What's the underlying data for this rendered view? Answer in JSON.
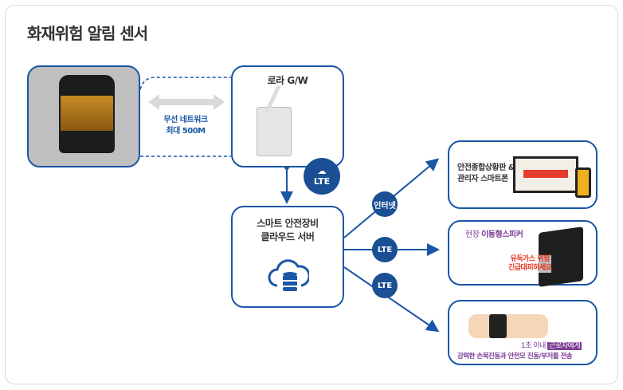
{
  "title": "화재위험 알림 센서",
  "wireless": {
    "line1": "무선 네트워크",
    "line2": "최대 500M"
  },
  "gateway": {
    "title": "로라 G/W"
  },
  "lte_badge": "LTE",
  "server": {
    "line1": "스마트 안전장비",
    "line2": "클라우드 서버"
  },
  "links": [
    {
      "label": "인터넷"
    },
    {
      "label": "LTE"
    },
    {
      "label": "LTE"
    }
  ],
  "outputs": [
    {
      "line1": "안전종합상황판 &",
      "line2": "관리자 스마트폰"
    },
    {
      "caption_a": "현장 ",
      "caption_b": "이동형스피커",
      "alert1": "유독가스 위험",
      "alert2": "긴급대피하세요"
    },
    {
      "line1a": "1초 이내 ",
      "line1b": "근로자에게",
      "line2": "강력한 손목진동과 안전모 진동/부저를 전송"
    }
  ],
  "colors": {
    "accent": "#1a56a6",
    "badge": "#1a4f93",
    "purple": "#7a3b96",
    "alert": "#e8321e"
  }
}
